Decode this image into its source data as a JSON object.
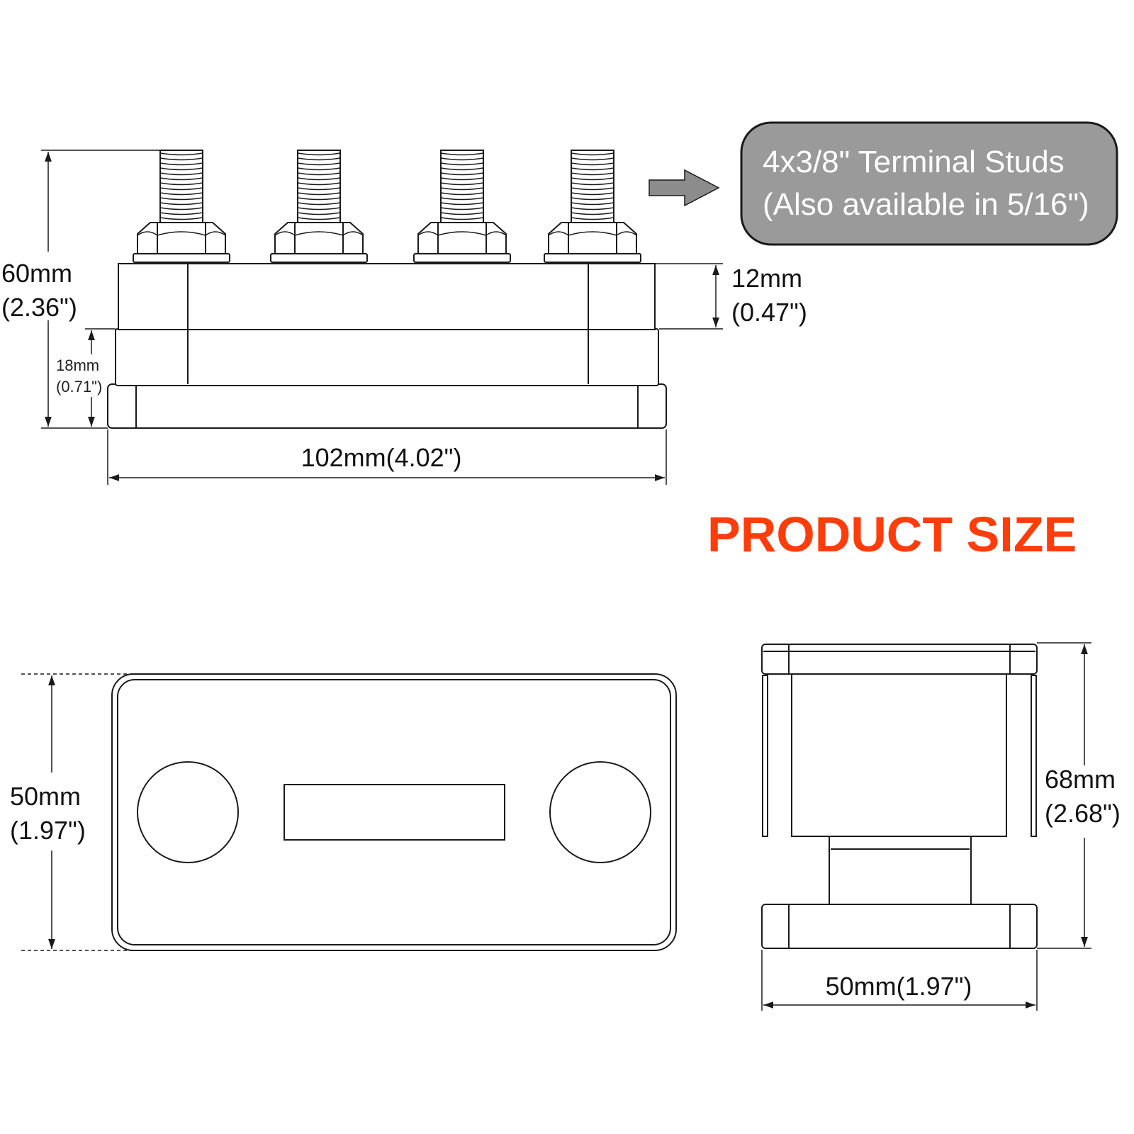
{
  "callout": {
    "line1": "4x3/8\" Terminal Studs",
    "line2": "(Also available in 5/16\")",
    "fill_color": "#9a9a9a",
    "arrow_color": "#8c8c8c"
  },
  "title": {
    "text": "PRODUCT SIZE",
    "color": "#ff3d0a"
  },
  "front_view": {
    "height_total": {
      "mm": "60mm",
      "inch": "(2.36\")"
    },
    "stud_height": {
      "mm": "12mm",
      "inch": "(0.47\")"
    },
    "base_height": {
      "mm": "18mm",
      "inch": "(0.71\")"
    },
    "width": "102mm(4.02\")",
    "stud_count": 4
  },
  "top_view": {
    "depth": {
      "mm": "50mm",
      "inch": "(1.97\")"
    }
  },
  "side_view": {
    "height": {
      "mm": "68mm",
      "inch": "(2.68\")"
    },
    "width": "50mm(1.97\")"
  }
}
